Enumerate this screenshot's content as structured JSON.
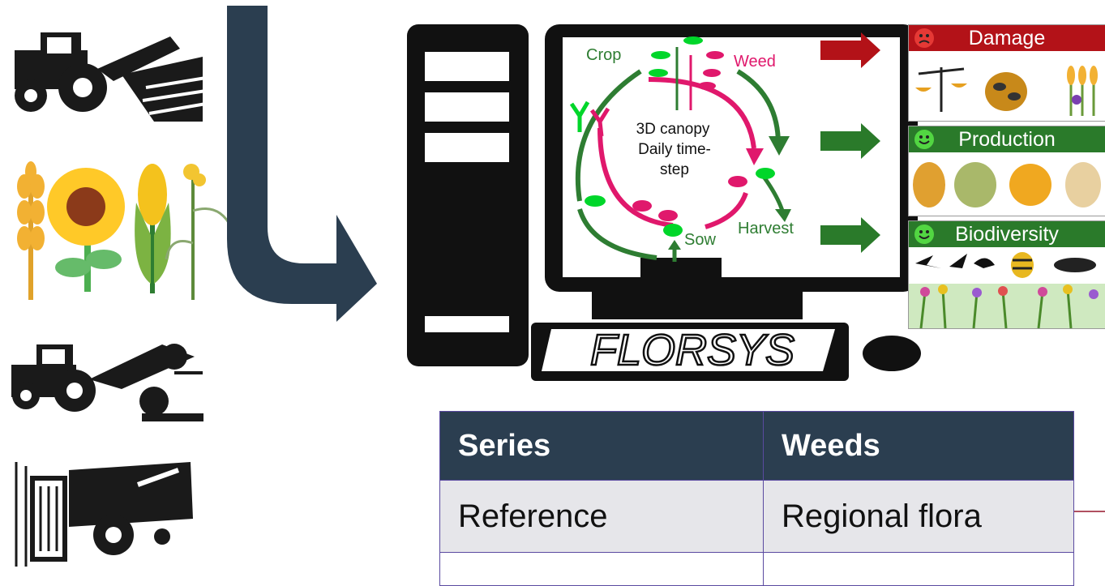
{
  "cycle": {
    "crop": "Crop",
    "weed": "Weed",
    "center_line1": "3D canopy",
    "center_line2": "Daily time-",
    "center_line3": "step",
    "sow": "Sow",
    "harvest": "Harvest"
  },
  "model_name": "FLORSYS",
  "outputs": [
    {
      "label": "Damage",
      "face": "sad",
      "color": "#b31218"
    },
    {
      "label": "Production",
      "face": "happy",
      "color": "#2a7a2a"
    },
    {
      "label": "Biodiversity",
      "face": "happy",
      "color": "#2a7a2a"
    }
  ],
  "series_table": {
    "headers": [
      "Series",
      "Weeds"
    ],
    "rows": [
      [
        "Reference",
        "Regional flora"
      ]
    ]
  },
  "colors": {
    "arrow": "#2b3e50",
    "crop_green": "#2e7d32",
    "weed_pink": "#e0186c",
    "damage_red": "#b31218",
    "good_green": "#2a7a2a"
  }
}
